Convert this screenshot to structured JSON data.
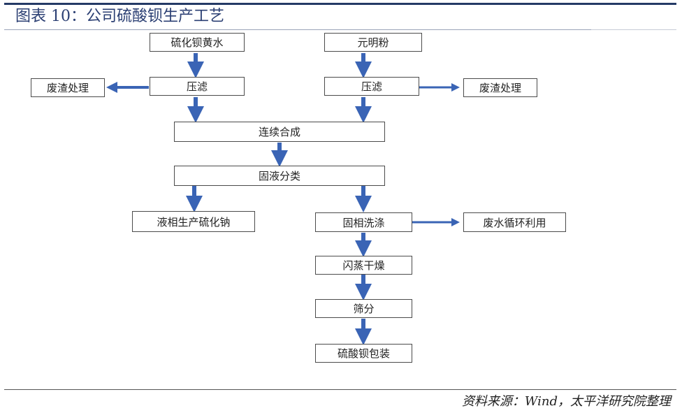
{
  "title": "图表 10：公司硫酸钡生产工艺",
  "source": "资料来源：Wind，太平洋研究院整理",
  "colors": {
    "arrow": "#3a64b5",
    "title": "#2b3f73",
    "box_border": "#4b4b4b"
  },
  "nodes": {
    "raw_bhs": "硫化钡黄水",
    "raw_yuanming": "元明粉",
    "filter_left": "压滤",
    "filter_right": "压滤",
    "waste_left": "废渣处理",
    "waste_right": "废渣处理",
    "synthesis": "连续合成",
    "separation": "固液分类",
    "liquid_sodium": "液相生产硫化钠",
    "solid_wash": "固相洗涤",
    "wastewater": "废水循环利用",
    "flash_dry": "闪蒸干燥",
    "sieve": "筛分",
    "packaging": "硫酸钡包装"
  }
}
